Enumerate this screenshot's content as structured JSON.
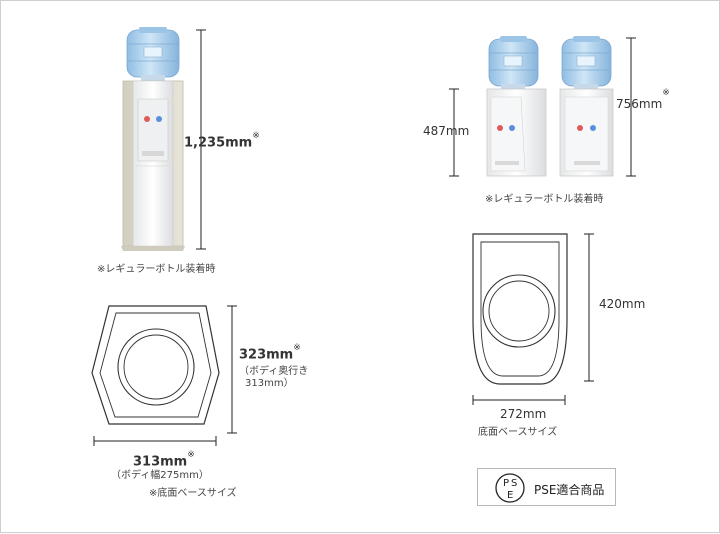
{
  "notes": {
    "regular_bottle": "※レギュラーボトル装着時",
    "base_size_note": "※底面ベースサイズ",
    "base_size": "底面ベースサイズ"
  },
  "floor_model": {
    "height": "1,235mm",
    "base_depth": "323mm",
    "base_depth_note_line1": "（ボディ奥行き",
    "base_depth_note_line2": "313mm）",
    "base_width": "313mm",
    "base_width_note": "（ボディ幅275mm）"
  },
  "table_model": {
    "height_a": "487mm",
    "height_b": "756mm",
    "base_depth": "420mm",
    "base_width": "272mm"
  },
  "asterisk": "※",
  "pse_badge": {
    "letters": [
      "P",
      "S",
      "E"
    ],
    "label": "PSE適合商品"
  },
  "colors": {
    "bottle": "#a9cdea",
    "body_white": "#f3f4f5",
    "side_panel": "#dcd9cc",
    "dimension_line": "#222222",
    "outline": "#333333"
  }
}
